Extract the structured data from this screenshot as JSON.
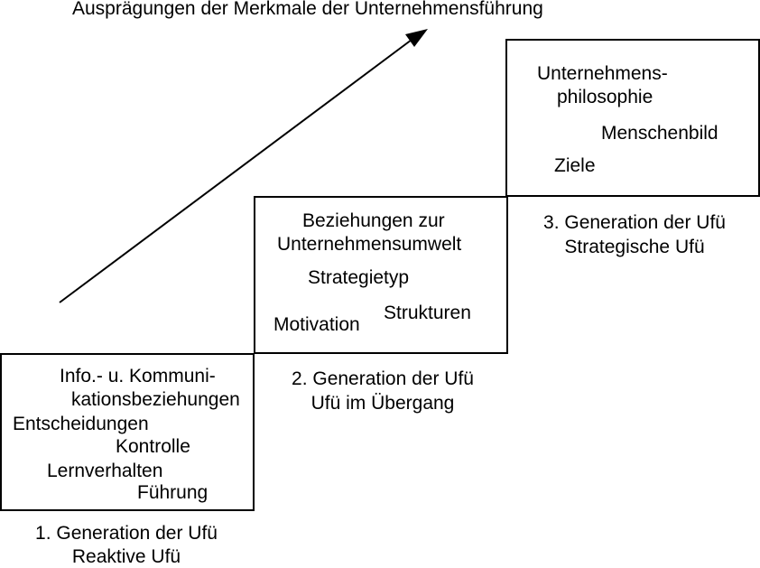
{
  "title": "Ausprägungen der Merkmale der Unternehmensführung",
  "stages": [
    {
      "caption_line1": "1. Generation der Ufü",
      "caption_line2": "Reaktive Ufü",
      "items": {
        "info_line1": "Info.- u. Kommuni-",
        "info_line2": "kationsbeziehungen",
        "entscheidungen": "Entscheidungen",
        "kontrolle": "Kontrolle",
        "lernverhalten": "Lernverhalten",
        "fuehrung": "Führung"
      }
    },
    {
      "caption_line1": "2. Generation der Ufü",
      "caption_line2": "Ufü im Übergang",
      "items": {
        "beziehungen_line1": "Beziehungen zur",
        "beziehungen_line2": "Unternehmensumwelt",
        "strategietyp": "Strategietyp",
        "motivation": "Motivation",
        "strukturen": "Strukturen"
      }
    },
    {
      "caption_line1": "3. Generation der Ufü",
      "caption_line2": "Strategische Ufü",
      "items": {
        "philosophie_line1": "Unternehmens-",
        "philosophie_line2": "philosophie",
        "menschenbild": "Menschenbild",
        "ziele": "Ziele"
      }
    }
  ],
  "colors": {
    "line": "#000000",
    "background": "#ffffff"
  }
}
